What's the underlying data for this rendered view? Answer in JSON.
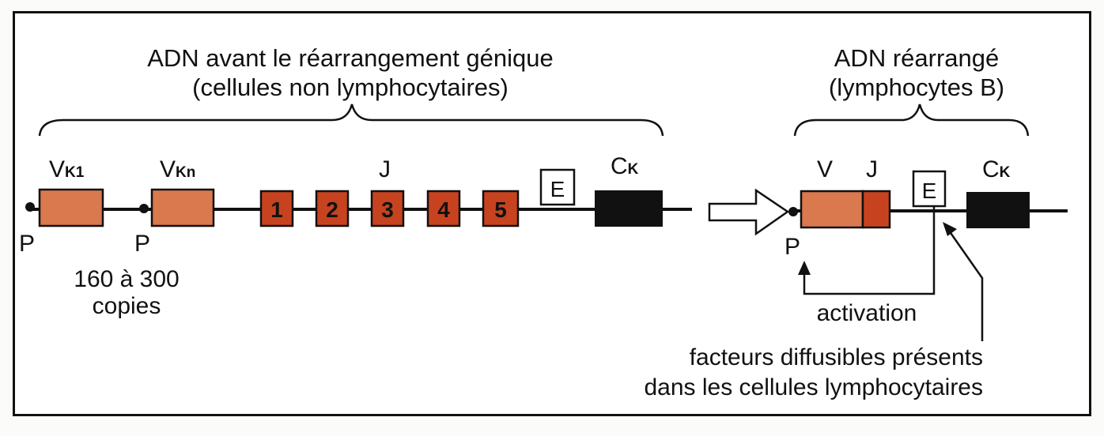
{
  "left": {
    "title_line1": "ADN avant le réarrangement génique",
    "title_line2": "(cellules non lymphocytaires)",
    "v1_label": "V",
    "v1_sub": "K1",
    "vn_label": "V",
    "vn_sub": "Kn",
    "j_label": "J",
    "j_segments": [
      "1",
      "2",
      "3",
      "4",
      "5"
    ],
    "enhancer_label": "E",
    "c_label": "C",
    "c_sub": "K",
    "promoter1": "P",
    "promoter2": "P",
    "copies_line1": "160 à 300",
    "copies_line2": "copies"
  },
  "right": {
    "title_line1": "ADN réarrangé",
    "title_line2": "(lymphocytes B)",
    "v_label": "V",
    "j_label": "J",
    "enhancer_label": "E",
    "c_label": "C",
    "c_sub": "K",
    "promoter": "P",
    "activation": "activation",
    "factors_line1": "facteurs diffusibles présents",
    "factors_line2": "dans les cellules lymphocytaires"
  },
  "colors": {
    "v_segment": "#d9794d",
    "j_segment": "#c7431f",
    "constant": "#111111"
  }
}
